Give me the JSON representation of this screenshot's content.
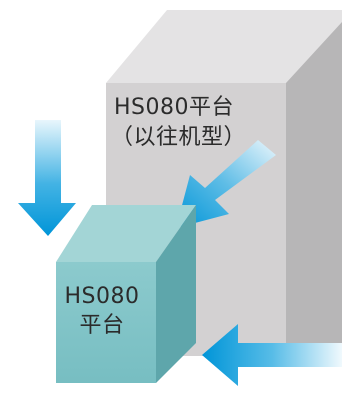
{
  "large_block": {
    "title": "HS080平台",
    "subtitle": "（以往机型）",
    "front_color": "#d4d2d3",
    "side_color": "#b6b5b6",
    "top_color": "#e4e3e4"
  },
  "small_block": {
    "line1": "HS080",
    "line2": "平台",
    "front_color": "#7fc2c6",
    "side_color": "#5ea6ab",
    "top_color": "#a3d5d6"
  },
  "arrows": {
    "color_solid": "#0095d8",
    "color_fade": "#e8f6fc",
    "items": [
      {
        "name": "arrow-down-left-icon",
        "direction": "down"
      },
      {
        "name": "arrow-diagonal-icon",
        "direction": "down-left"
      },
      {
        "name": "arrow-left-icon",
        "direction": "left"
      }
    ]
  }
}
